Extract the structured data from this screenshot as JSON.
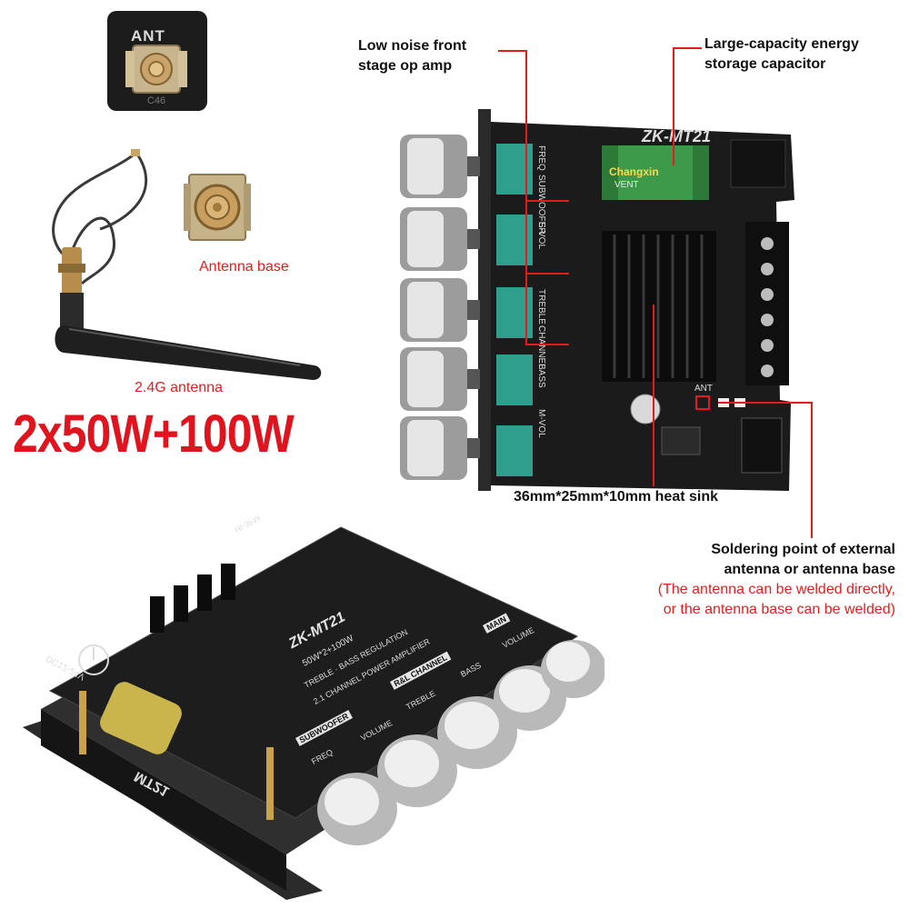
{
  "product": {
    "headline": "2x50W+100W"
  },
  "accessories": {
    "antenna_connector_silk": "ANT",
    "antenna_base_label": "Antenna base",
    "antenna_label": "2.4G antenna"
  },
  "callouts": {
    "op_amp": {
      "line1": "Low noise front",
      "line2": "stage op amp"
    },
    "capacitor": {
      "line1": "Large-capacity energy",
      "line2": "storage capacitor"
    },
    "heat_sink": "36mm*25mm*10mm heat sink",
    "solder": {
      "line1": "Soldering point of external",
      "line2": "antenna or antenna base",
      "note1": "(The antenna can be welded directly,",
      "note2": "or the antenna base can be welded)"
    }
  },
  "board": {
    "model": "ZK-MT21",
    "capacitor_brand": "Changxin",
    "capacitor_vent": "VENT",
    "silk_freq": "FREQ",
    "silk_subwoofer": "SUBWOOFER",
    "silk_svol": "S-VOL",
    "silk_treble": "TREBLE",
    "silk_channel": "CHANNEL",
    "silk_bass": "BASS",
    "silk_mvol": "M-VOL",
    "silk_ant": "ANT"
  },
  "enclosure": {
    "model": "ZK-MT21",
    "spec": "50W*2+100W",
    "tone": "TREBLE · BASS REGULATION",
    "amp": "2.1 CHANNEL POWER AMPLIFIER",
    "subwoofer": "SUBWOOFER",
    "freq": "FREQ",
    "volume": "VOLUME",
    "rl_channel": "R&L CHANNEL",
    "treble": "TREBLE",
    "bass": "BASS",
    "main": "MAIN",
    "main_volume": "VOLUME",
    "power_input": "DC12-24V",
    "side_model": "MT21",
    "audio_jack": "HI-3PM"
  },
  "colors": {
    "accent_red": "#e02020",
    "board_black": "#1b1b1b",
    "pot_teal": "#2f9e8d"
  }
}
